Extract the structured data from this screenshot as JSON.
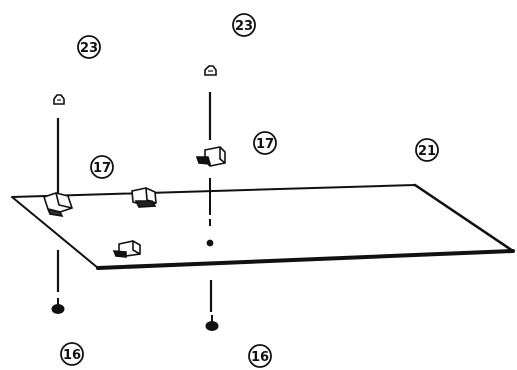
{
  "diagram": {
    "callouts": {
      "screw_top_left": "23",
      "screw_top_center": "23",
      "clip_left": "17",
      "clip_center": "17",
      "panel": "21",
      "screw_bottom_left": "16",
      "screw_bottom_center": "16"
    }
  }
}
